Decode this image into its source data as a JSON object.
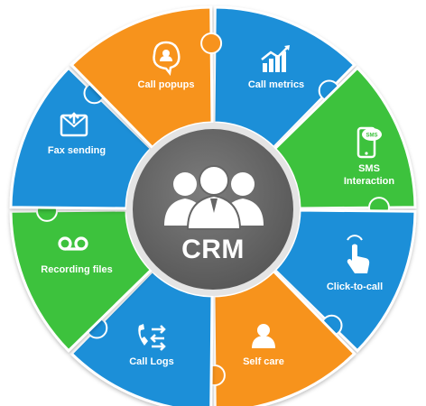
{
  "center": {
    "label": "CRM",
    "icon": "users-group-icon"
  },
  "colors": {
    "orange": "#f7931e",
    "blue": "#1b8fd8",
    "green": "#3cc23c",
    "center_gray": "#6b6b6b"
  },
  "segments": [
    {
      "name": "call-metrics",
      "lines": [
        "Call metrics"
      ],
      "color": "#1b8fd8",
      "icon": "chart-icon"
    },
    {
      "name": "sms-interaction",
      "lines": [
        "SMS",
        "Interaction"
      ],
      "color": "#3cc23c",
      "icon": "sms-phone-icon"
    },
    {
      "name": "click-to-call",
      "lines": [
        "Click-to-call"
      ],
      "color": "#1b8fd8",
      "icon": "pointer-hand-icon"
    },
    {
      "name": "self-care",
      "lines": [
        "Self care"
      ],
      "color": "#f7931e",
      "icon": "person-icon"
    },
    {
      "name": "call-logs",
      "lines": [
        "Call Logs"
      ],
      "color": "#1b8fd8",
      "icon": "call-log-icon"
    },
    {
      "name": "recording-files",
      "lines": [
        "Recording files"
      ],
      "color": "#3cc23c",
      "icon": "voicemail-icon"
    },
    {
      "name": "fax-sending",
      "lines": [
        "Fax sending"
      ],
      "color": "#1b8fd8",
      "icon": "fax-icon"
    },
    {
      "name": "call-popups",
      "lines": [
        "Call popups"
      ],
      "color": "#f7931e",
      "icon": "headset-chat-icon"
    }
  ]
}
